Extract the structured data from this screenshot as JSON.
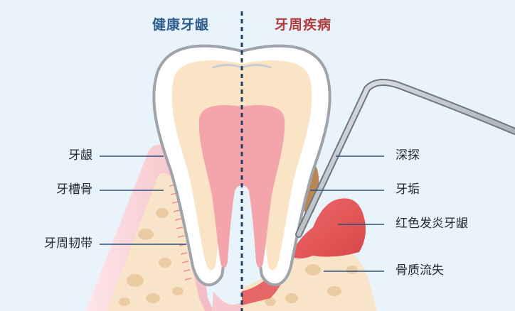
{
  "titles": {
    "healthy": "健康牙龈",
    "diseased": "牙周疾病"
  },
  "labels": {
    "gum": "牙龈",
    "alveolar_bone": "牙槽骨",
    "periodontal_ligament": "牙周韧带",
    "deep_pocket": "深探",
    "tartar": "牙垢",
    "red_inflamed_gum": "红色发炎牙龈",
    "bone_loss": "骨质流失"
  },
  "colors": {
    "background": "#e9f3fb",
    "healthy_title": "#2d5e8c",
    "diseased_title": "#b23a3a",
    "divider": "#1e3f66",
    "leader_line": "#2d4f78",
    "enamel": "#ffffff",
    "dentin": "#fbe3c6",
    "pulp": "#f4a4ab",
    "bone": "#f8e4c8",
    "bone_spot": "#ebcca2",
    "healthy_gum": "#f6c7cd",
    "inflamed_gum": "#e2585a",
    "tartar": "#b88650",
    "probe": "#9aa3ab"
  }
}
